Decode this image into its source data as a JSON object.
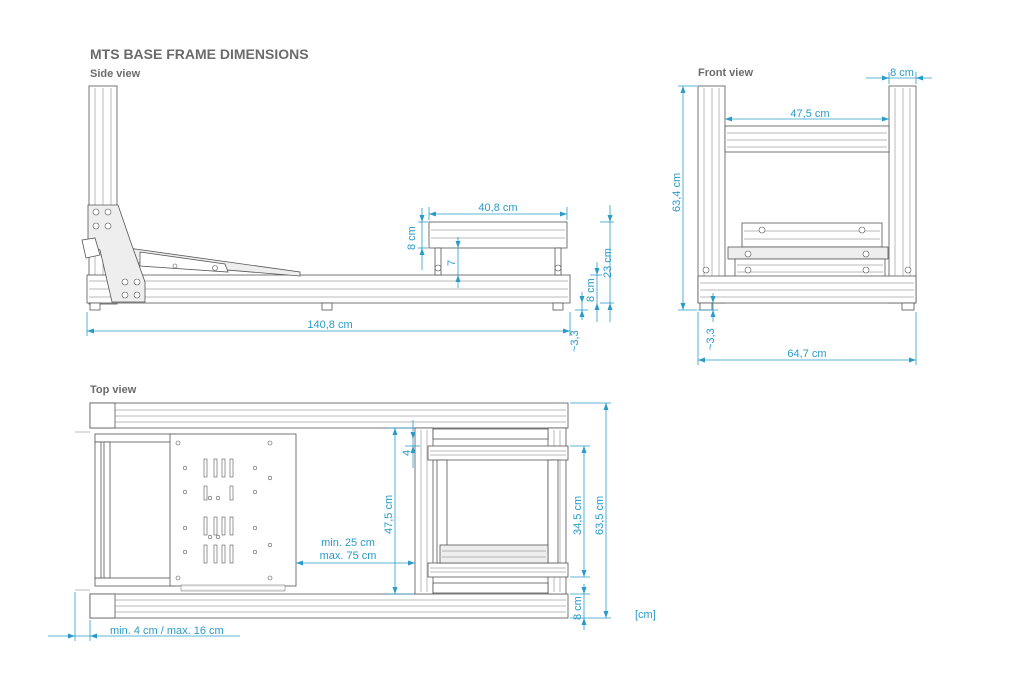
{
  "title": "MTS BASE FRAME DIMENSIONS",
  "unit_note": "[cm]",
  "views": {
    "side": "Side view",
    "front": "Front view",
    "top": "Top view"
  },
  "side_dims": {
    "length": "140,8 cm",
    "pedal_width": "40,8 cm",
    "pedal_profile": "8 cm",
    "pedal_gap": "7",
    "pedal_height": "23 cm",
    "base_profile": "8 cm",
    "foot": "~3,3"
  },
  "front_dims": {
    "profile": "8 cm",
    "inner_width": "47,5 cm",
    "height": "63,4 cm",
    "foot": "~3,3",
    "width": "64,7 cm"
  },
  "top_dims": {
    "gap": "4",
    "inner": "47,5 cm",
    "seat_min": "min. 25 cm",
    "seat_max": "max. 75 cm",
    "pedal_span": "34,5 cm",
    "total": "63,5 cm",
    "profile": "8 cm",
    "offset": "min. 4 cm / max. 16 cm"
  }
}
